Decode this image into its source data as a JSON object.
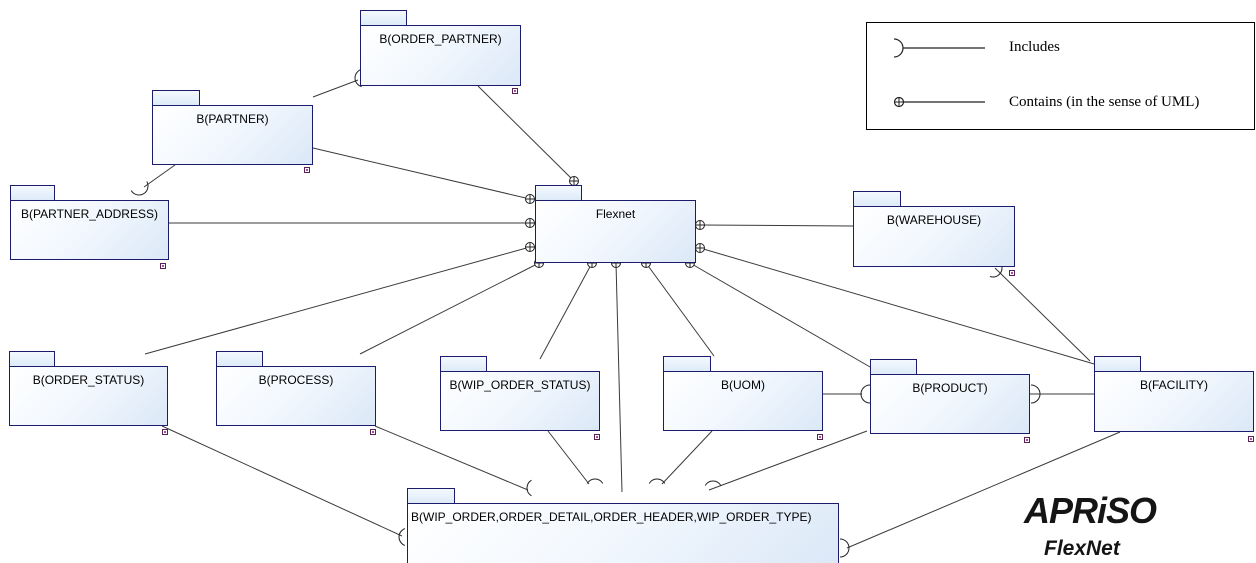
{
  "packages": {
    "order_partner": "B(ORDER_PARTNER)",
    "partner": "B(PARTNER)",
    "partner_address": "B(PARTNER_ADDRESS)",
    "flexnet": "Flexnet",
    "warehouse": "B(WAREHOUSE)",
    "order_status": "B(ORDER_STATUS)",
    "process": "B(PROCESS)",
    "wip_order_status": "B(WIP_ORDER_STATUS)",
    "uom": "B(UOM)",
    "product": "B(PRODUCT)",
    "facility": "B(FACILITY)",
    "wip_order": "B(WIP_ORDER,ORDER_DETAIL,ORDER_HEADER,WIP_ORDER_TYPE)"
  },
  "legend": {
    "includes": "Includes",
    "contains": "Contains (in the sense of UML)"
  },
  "brand": {
    "name": "APRiSO",
    "product": "FlexNet"
  },
  "colors": {
    "package_border": "#1c1c6e",
    "package_fill": "#dbe8f7",
    "connector": "#3a3a3a"
  }
}
